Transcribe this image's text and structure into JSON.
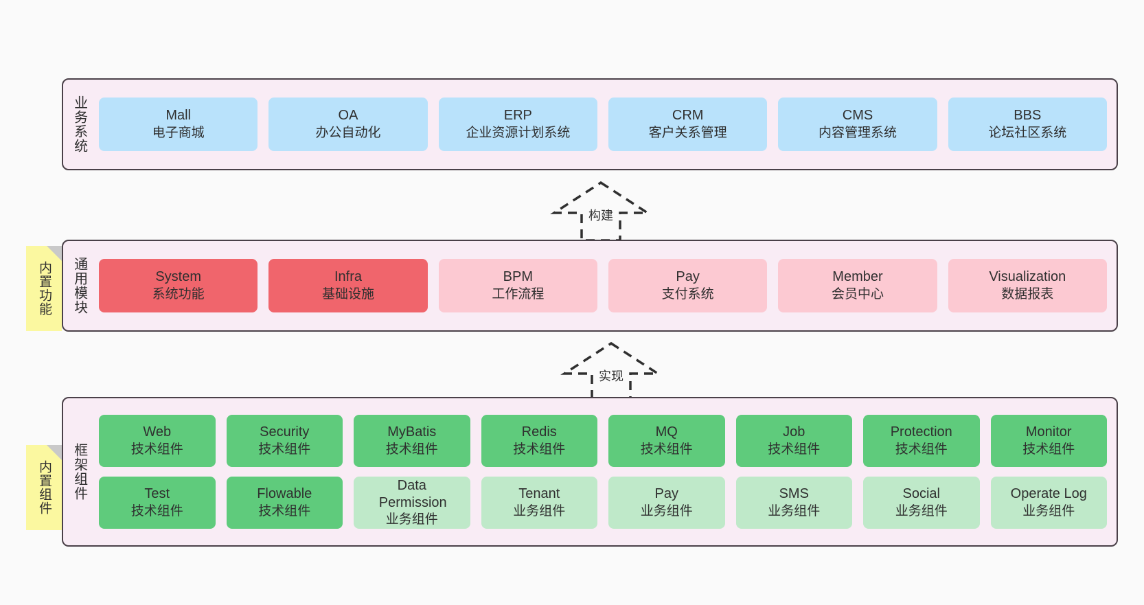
{
  "diagram": {
    "background_color": "#fafafa",
    "panel_color": "#f9ecf5",
    "panel_border_color": "#4a4048",
    "note_color": "#fbf8a0",
    "note_fold_color": "#c9c9c9"
  },
  "layers": [
    {
      "title": "业务系统",
      "note": null,
      "rows": [
        {
          "card_color": "#b9e2fb",
          "cards": [
            {
              "name": "Mall",
              "desc": "电子商城"
            },
            {
              "name": "OA",
              "desc": "办公自动化"
            },
            {
              "name": "ERP",
              "desc": "企业资源计划系统"
            },
            {
              "name": "CRM",
              "desc": "客户关系管理"
            },
            {
              "name": "CMS",
              "desc": "内容管理系统"
            },
            {
              "name": "BBS",
              "desc": "论坛社区系统"
            }
          ]
        }
      ]
    },
    {
      "title": "通用模块",
      "note": "内置功能",
      "rows": [
        {
          "card_color": "mixed",
          "cards": [
            {
              "name": "System",
              "desc": "系统功能",
              "color": "#f0656c"
            },
            {
              "name": "Infra",
              "desc": "基础设施",
              "color": "#f0656c"
            },
            {
              "name": "BPM",
              "desc": "工作流程",
              "color": "#fcc9d2"
            },
            {
              "name": "Pay",
              "desc": "支付系统",
              "color": "#fcc9d2"
            },
            {
              "name": "Member",
              "desc": "会员中心",
              "color": "#fcc9d2"
            },
            {
              "name": "Visualization",
              "desc": "数据报表",
              "color": "#fcc9d2"
            }
          ]
        }
      ]
    },
    {
      "title": "框架组件",
      "note": "内置组件",
      "rows": [
        {
          "card_color": "#5fcb7c",
          "cards": [
            {
              "name": "Web",
              "desc": "技术组件"
            },
            {
              "name": "Security",
              "desc": "技术组件"
            },
            {
              "name": "MyBatis",
              "desc": "技术组件"
            },
            {
              "name": "Redis",
              "desc": "技术组件"
            },
            {
              "name": "MQ",
              "desc": "技术组件"
            },
            {
              "name": "Job",
              "desc": "技术组件"
            },
            {
              "name": "Protection",
              "desc": "技术组件"
            },
            {
              "name": "Monitor",
              "desc": "技术组件"
            }
          ]
        },
        {
          "card_color": "mixed",
          "cards": [
            {
              "name": "Test",
              "desc": "技术组件",
              "color": "#5fcb7c"
            },
            {
              "name": "Flowable",
              "desc": "技术组件",
              "color": "#5fcb7c"
            },
            {
              "name": "Data Permission",
              "desc": "业务组件",
              "color": "#bfe9c9"
            },
            {
              "name": "Tenant",
              "desc": "业务组件",
              "color": "#bfe9c9"
            },
            {
              "name": "Pay",
              "desc": "业务组件",
              "color": "#bfe9c9"
            },
            {
              "name": "SMS",
              "desc": "业务组件",
              "color": "#bfe9c9"
            },
            {
              "name": "Social",
              "desc": "业务组件",
              "color": "#bfe9c9"
            },
            {
              "name": "Operate Log",
              "desc": "业务组件",
              "color": "#bfe9c9"
            }
          ]
        }
      ]
    }
  ],
  "connectors": [
    {
      "label": "构建",
      "from": "通用模块",
      "to": "业务系统",
      "style": "dashed-generalization"
    },
    {
      "label": "实现",
      "from": "框架组件",
      "to": "通用模块",
      "style": "dashed-generalization"
    }
  ]
}
